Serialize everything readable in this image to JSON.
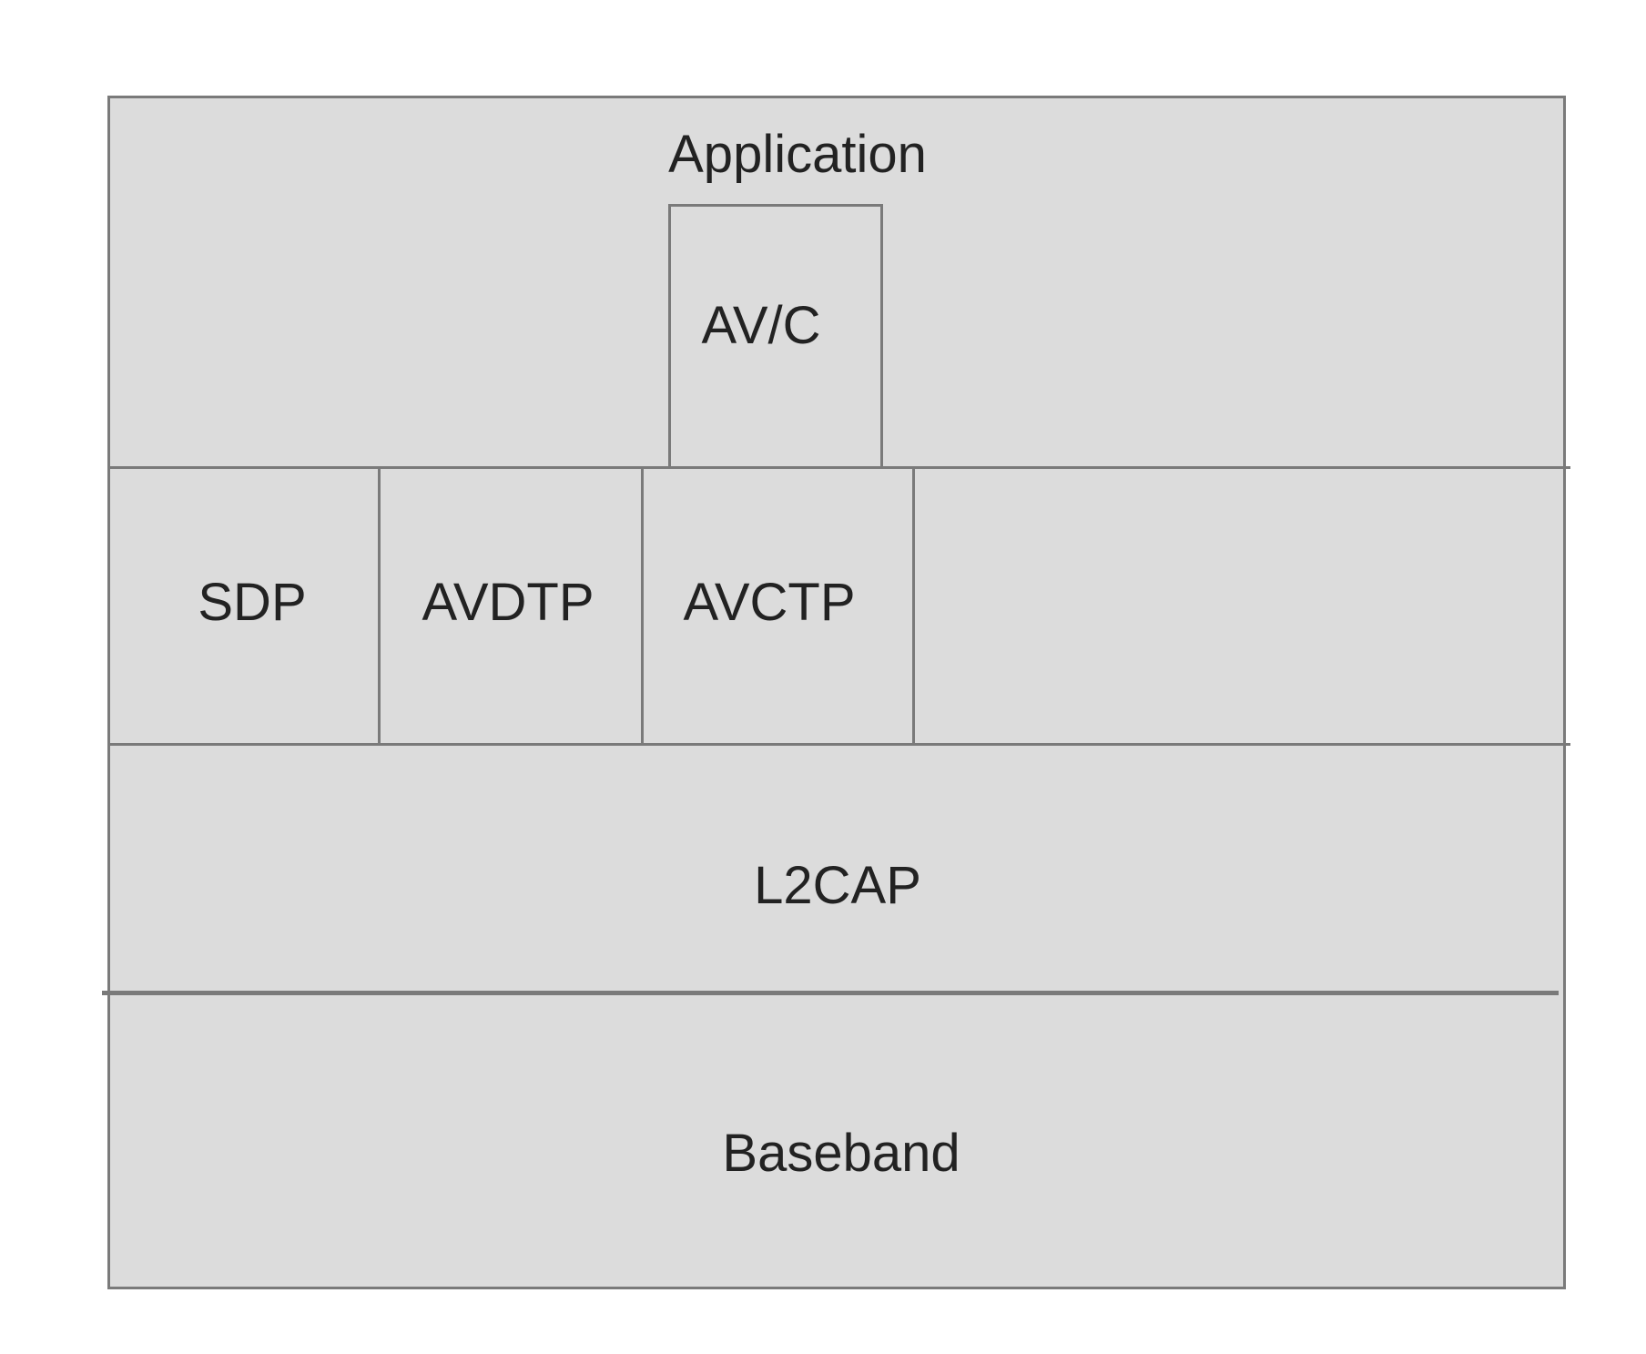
{
  "layers": {
    "application": "Application",
    "avc": "AV/C",
    "sdp": "SDP",
    "avdtp": "AVDTP",
    "avctp": "AVCTP",
    "l2cap": "L2CAP",
    "baseband": "Baseband"
  },
  "colors": {
    "fill": "#dcdcdc",
    "stroke": "#7a7a7a",
    "text": "#222222",
    "background": "#ffffff"
  }
}
